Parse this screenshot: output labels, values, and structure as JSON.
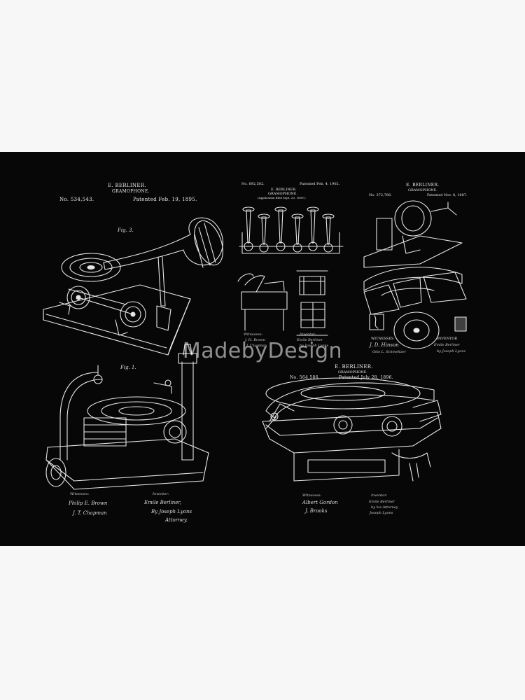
{
  "colors": {
    "page_bg": "#f7f7f7",
    "poster_bg": "#070707",
    "ink": "#e8e8e8"
  },
  "watermark": "MadebyDesign",
  "patent1": {
    "inventor": "E. BERLINER.",
    "title": "GRAMOPHONE.",
    "number": "No. 534,543.",
    "date": "Patented Feb. 19, 1895.",
    "fig3": "Fig. 3.",
    "fig1": "Fig. 1.",
    "witnesses_label": "Witnesses:",
    "witness1": "Philip E. Brown",
    "witness2": "J. T. Chapman",
    "inventor_label": "Inventor:",
    "inventor_sig": "Emile Berliner,",
    "by_attorney": "By Joseph Lyons",
    "attorney": "Attorney."
  },
  "patent2": {
    "number": "No. 692,502.",
    "date": "Patented Feb. 4, 1902.",
    "inventor": "E. BERLINER.",
    "title": "GRAMOPHONE.",
    "application": "(Application filed Sept. 20, 1899.)",
    "witnesses_label": "Witnesses:",
    "witness1": "J. H. Brown",
    "witness2": "J. Chapman",
    "inventor_label": "Inventor:",
    "inventor_sig": "Emile Berliner",
    "by_attorney": "by Joseph Lyons"
  },
  "patent3": {
    "inventor": "E. BERLINER.",
    "title": "GRAMOPHONE.",
    "number": "No. 372,786.",
    "date": "Patented Nov. 8, 1887.",
    "witnesses_label": "WITNESSES",
    "witness1": "J. D. Hinson",
    "witness2": "Otto L. Schmeltzer",
    "inventor_label": "INVENTOR",
    "inventor_sig": "Emile Berliner",
    "by_attorney": "by Joseph Lyons"
  },
  "patent4": {
    "inventor": "E. BERLINER.",
    "title": "GRAMOPHONE.",
    "number": "No. 564,586.",
    "date": "Patented July 28, 1896.",
    "witnesses_label": "Witnesses:",
    "witness1": "Albert Gordon",
    "witness2": "J. Brooks",
    "inventor_label": "Inventor:",
    "inventor_sig": "Emile Berliner",
    "by_attorney": "by his Attorney",
    "attorney": "Joseph Lyons"
  }
}
